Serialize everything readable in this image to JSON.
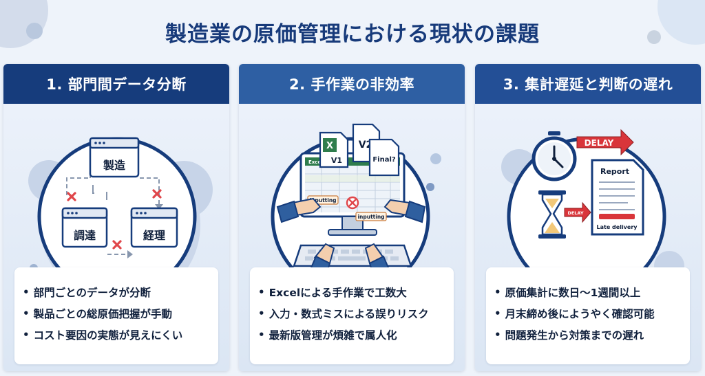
{
  "title": "製造業の原価管理における現状の課題",
  "colors": {
    "title": "#173a7a",
    "header_1": "#163c7c",
    "header_2": "#2e5fa3",
    "header_3": "#234f96",
    "red_x": "#e0464a",
    "delay_red": "#d9353a"
  },
  "cards": [
    {
      "header": "1. 部門間データ分断",
      "illustration": {
        "icon": "network-diagram-icon",
        "box_top": "製造",
        "box_left": "調達",
        "box_right": "経理"
      },
      "bullets": [
        "部門ごとのデータが分断",
        "製品ごとの総原価把握が手動",
        "コスト要因の実態が見えにくい"
      ]
    },
    {
      "header": "2. 手作業の非効率",
      "illustration": {
        "icon": "manual-spreadsheet-icon",
        "excel_label": "Excel",
        "file_v1": "V1",
        "file_v2": "V2",
        "file_final": "Final?",
        "inputting_1": "inputting",
        "inputting_2": "inputting"
      },
      "bullets": [
        "Excelによる手作業で工数大",
        "入力・数式ミスによる誤りリスク",
        "最新版管理が煩雑で属人化"
      ]
    },
    {
      "header": "3. 集計遅延と判断の遅れ",
      "illustration": {
        "icon": "delay-report-icon",
        "delay_label_1": "DELAY",
        "delay_label_2": "DELAY",
        "report_title": "Report",
        "late_label": "Late delivery"
      },
      "bullets": [
        "原価集計に数日〜1週間以上",
        "月末締め後にようやく確認可能",
        "問題発生から対策までの遅れ"
      ]
    }
  ]
}
